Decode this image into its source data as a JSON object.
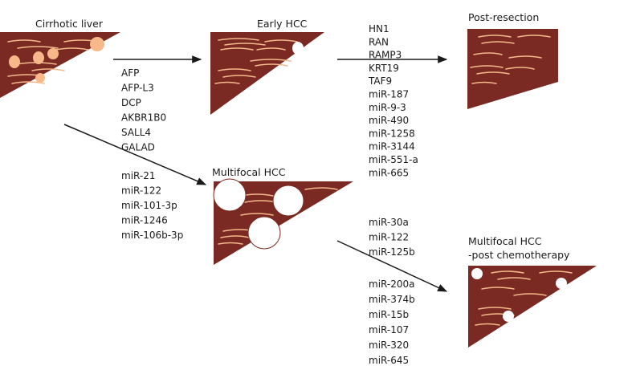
{
  "stages": {
    "cirrhotic": "Cirrhotic liver",
    "early": "Early HCC",
    "post_resection": "Post-resection",
    "multifocal": "Multifocal HCC",
    "multifocal_post_chemo_line1": "Multifocal HCC",
    "multifocal_post_chemo_line2": "-post chemotherapy"
  },
  "markers": {
    "cirrhotic_to_early": [
      "AFP",
      "AFP-L3",
      "DCP",
      "AKBR1B0",
      "SALL4",
      "GALAD"
    ],
    "cirrhotic_to_multifocal": [
      "miR-21",
      "miR-122",
      "miR-101-3p",
      "miR-1246",
      "miR-106b-3p"
    ],
    "early_to_post_resection": [
      "HN1",
      "RAN",
      "RAMP3",
      "KRT19",
      "TAF9",
      "miR-187",
      "miR-9-3",
      "miR-490",
      "miR-1258",
      "miR-3144",
      "miR-551-a",
      "miR-665"
    ],
    "multifocal_to_post_chemo_a": [
      "miR-30a",
      "miR-122",
      "miR-125b"
    ],
    "multifocal_to_post_chemo_b": [
      "miR-200a",
      "miR-374b",
      "miR-15b",
      "miR-107",
      "miR-320",
      "miR-645"
    ]
  },
  "colors": {
    "liver": "#7a2a22",
    "streak": "#f2b98a",
    "nodule": "#f7b98a",
    "tumor": "#ffffff"
  }
}
